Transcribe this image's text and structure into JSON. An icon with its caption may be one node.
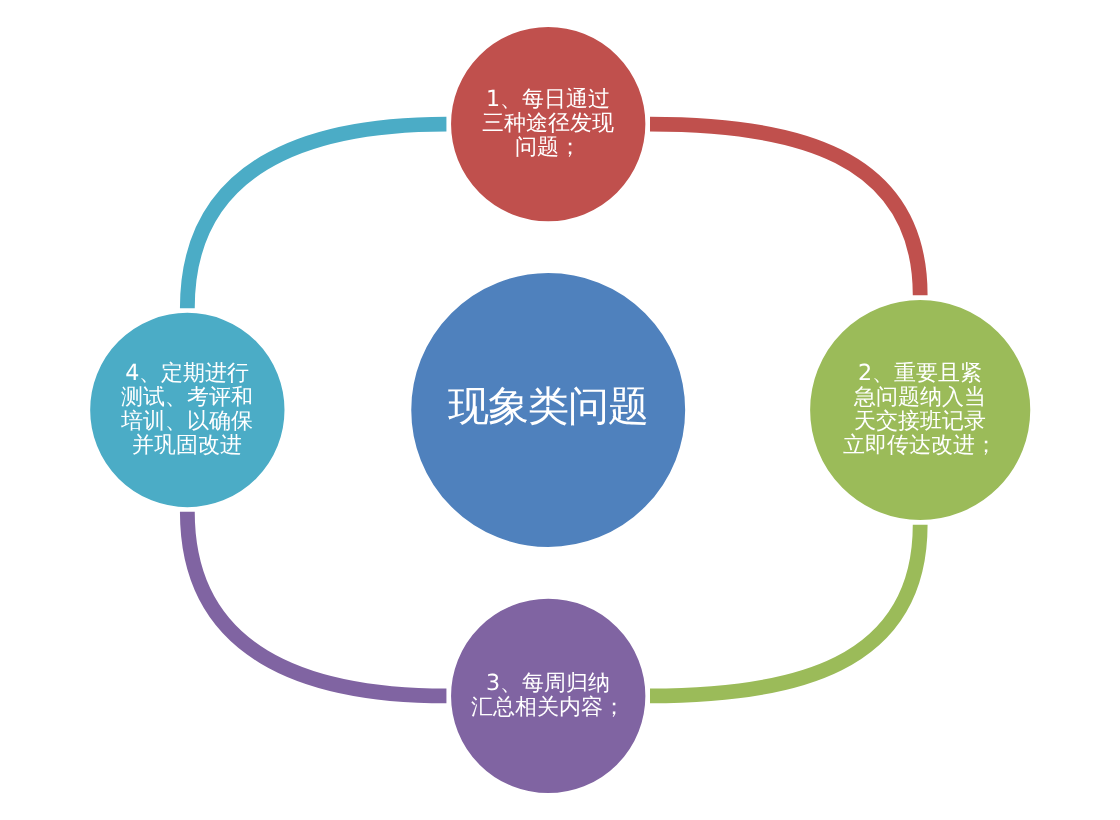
{
  "diagram": {
    "nodes": [
      {
        "text": [
          "现象类问题"
        ]
      },
      {
        "text": [
          "1、每日通过三种途径发现问题；"
        ]
      },
      {
        "text": [
          "2、重要且紧急问题纳入当天交接班记录立即传达改进；"
        ]
      },
      {
        "text": [
          "3、每周归纳汇总相关内容；"
        ]
      },
      {
        "text": [
          "4、定期进行测试、考评和培训、以确保并巩固改进"
        ]
      }
    ],
    "edges": [
      {
        "from": 1,
        "to": 2,
        "arrow": "none",
        "color": "#c0504d"
      },
      {
        "from": 2,
        "to": 3,
        "arrow": "none",
        "color": "#9bbb59"
      },
      {
        "from": 3,
        "to": 4,
        "arrow": "none",
        "color": "#8064a2"
      },
      {
        "from": 4,
        "to": 1,
        "arrow": "none",
        "color": "#4bacc6"
      }
    ]
  }
}
